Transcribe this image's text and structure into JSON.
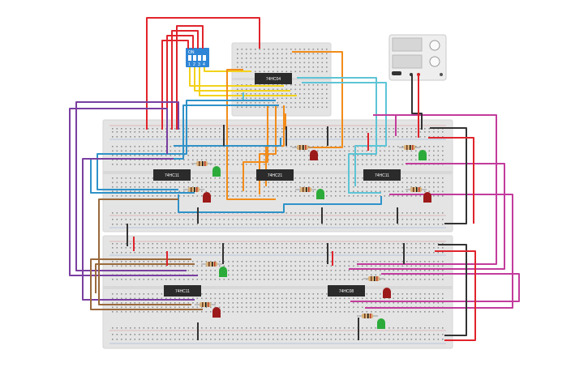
{
  "colors": {
    "board": "#e4e4e4",
    "board_edge": "#d6d6d6",
    "hole": "#8f8f8f",
    "chip": "#2b2b2b",
    "wire_red": "#e0242c",
    "wire_black": "#333333",
    "wire_orange": "#f28c1a",
    "wire_yellow": "#f2d21a",
    "wire_blue": "#2f92c8",
    "wire_cyan": "#5ec4d6",
    "wire_purple": "#7a3fa0",
    "wire_magenta": "#c23c9c",
    "wire_brown": "#9a6a3c",
    "led_green": "#2cab3a",
    "led_red": "#9c1a1a",
    "dip_switch": "#2f86d6"
  },
  "chips": [
    {
      "label": "74HC04"
    },
    {
      "label": "74HC11"
    },
    {
      "label": "74HC21"
    },
    {
      "label": "74HC11"
    },
    {
      "label": "74HC11"
    },
    {
      "label": "74HC08"
    }
  ],
  "dip_switch": {
    "on_label": "ON",
    "positions": [
      "1",
      "2",
      "3",
      "4"
    ]
  },
  "power_supply": {
    "icon": "power-supply-icon"
  },
  "leds": [
    "green",
    "red",
    "green",
    "red",
    "green",
    "red",
    "green",
    "red",
    "green",
    "red"
  ],
  "resistors": 10
}
